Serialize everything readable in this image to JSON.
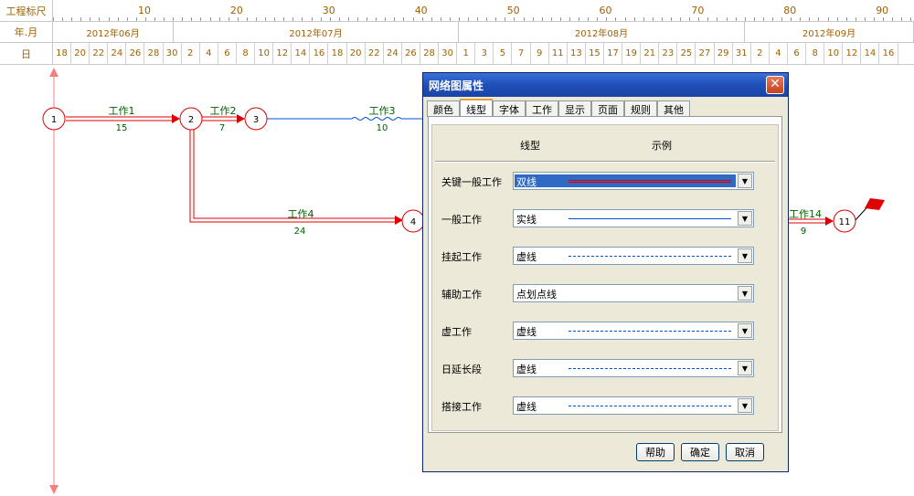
{
  "ruler": {
    "scale_label": "工程标尺",
    "month_label": "年.月",
    "day_label": "日",
    "scale_ticks": [
      "10",
      "20",
      "30",
      "40",
      "50",
      "60",
      "70",
      "80",
      "90"
    ],
    "months": [
      "2012年06月",
      "2012年07月",
      "2012年08月",
      "2012年09月"
    ],
    "days": [
      "18",
      "20",
      "22",
      "24",
      "26",
      "28",
      "30",
      "2",
      "4",
      "6",
      "8",
      "10",
      "12",
      "14",
      "16",
      "18",
      "20",
      "22",
      "24",
      "26",
      "28",
      "30",
      "1",
      "3",
      "5",
      "7",
      "9",
      "11",
      "13",
      "15",
      "17",
      "19",
      "21",
      "23",
      "25",
      "27",
      "29",
      "31",
      "2",
      "4",
      "6",
      "8",
      "10",
      "12",
      "14",
      "16"
    ]
  },
  "network": {
    "nodes": [
      "1",
      "2",
      "3",
      "4",
      "11"
    ],
    "tasks": [
      {
        "name": "工作1",
        "duration": "15"
      },
      {
        "name": "工作2",
        "duration": "7"
      },
      {
        "name": "工作3",
        "duration": "10"
      },
      {
        "name": "工作4",
        "duration": "24"
      },
      {
        "name": "工作14",
        "duration": "9"
      }
    ],
    "colors": {
      "critical": "#e00000",
      "normal": "#0050d0",
      "label": "#006000"
    }
  },
  "dialog": {
    "title": "网络图属性",
    "tabs": [
      "颜色",
      "线型",
      "字体",
      "工作",
      "显示",
      "页面",
      "规则",
      "其他"
    ],
    "active_tab": "线型",
    "col_type": "线型",
    "col_example": "示例",
    "rows": [
      {
        "label": "关键一般工作",
        "value": "双线"
      },
      {
        "label": "一般工作",
        "value": "实线"
      },
      {
        "label": "挂起工作",
        "value": "虚线"
      },
      {
        "label": "辅助工作",
        "value": "点划点线"
      },
      {
        "label": "虚工作",
        "value": "虚线"
      },
      {
        "label": "日延长段",
        "value": "虚线"
      },
      {
        "label": "搭接工作",
        "value": "虚线"
      }
    ],
    "buttons": {
      "help": "帮助",
      "ok": "确定",
      "cancel": "取消"
    }
  }
}
